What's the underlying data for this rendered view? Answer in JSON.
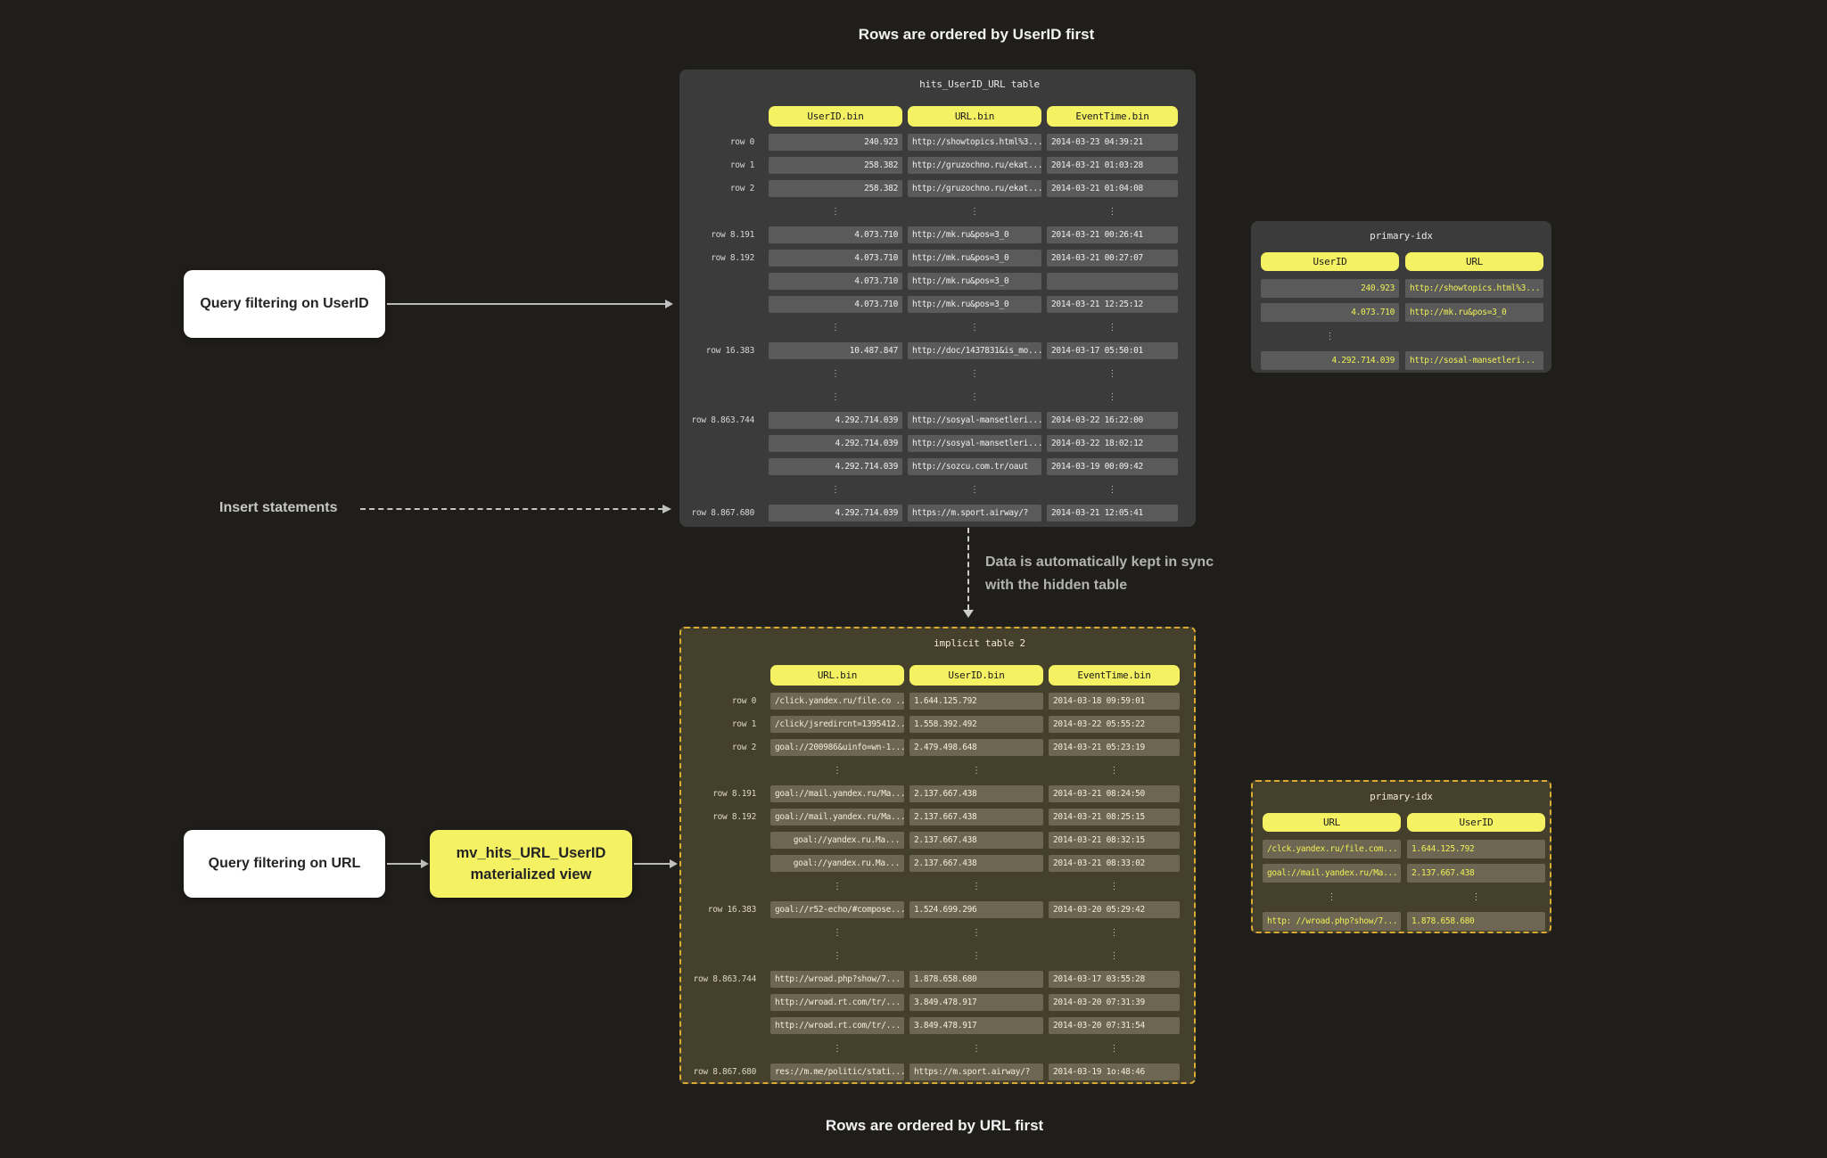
{
  "titles": {
    "top": "Rows are ordered by UserID first",
    "bottom": "Rows are ordered by URL first"
  },
  "labels": {
    "query_userid": "Query filtering on UserID",
    "insert_statements": "Insert statements",
    "sync_line1": "Data is automatically kept in sync",
    "sync_line2": "with the hidden table",
    "query_url": "Query filtering on URL",
    "mv_line1": "mv_hits_URL_UserID",
    "mv_line2": "materialized view"
  },
  "table1": {
    "title": "hits_UserID_URL table",
    "columns": [
      "UserID.bin",
      "URL.bin",
      "EventTime.bin"
    ],
    "rows": [
      {
        "label": "row 0",
        "cells": [
          "240.923",
          "http://showtopics.html%3...",
          "2014-03-23 04:39:21"
        ]
      },
      {
        "label": "row 1",
        "cells": [
          "258.382",
          "http://gruzochno.ru/ekat...",
          "2014-03-21 01:03:28"
        ]
      },
      {
        "label": "row 2",
        "cells": [
          "258.382",
          "http://gruzochno.ru/ekat...",
          "2014-03-21 01:04:08"
        ]
      },
      {
        "dots": [
          1,
          1,
          1
        ]
      },
      {
        "label": "row 8.191",
        "cells": [
          "4.073.710",
          "http://mk.ru&pos=3_0",
          "2014-03-21 00:26:41"
        ]
      },
      {
        "label": "row 8.192",
        "cells": [
          "4.073.710",
          "http://mk.ru&pos=3_0",
          "2014-03-21 00:27:07"
        ]
      },
      {
        "label": "",
        "cells": [
          "4.073.710",
          "http://mk.ru&pos=3_0",
          ""
        ]
      },
      {
        "label": "",
        "cells": [
          "4.073.710",
          "http://mk.ru&pos=3_0",
          "2014-03-21 12:25:12"
        ]
      },
      {
        "dots": [
          1,
          1,
          1
        ]
      },
      {
        "label": "row 16.383",
        "cells": [
          "10.487.847",
          "http://doc/1437831&is_mo...",
          "2014-03-17 05:50:01"
        ]
      },
      {
        "dots": [
          1,
          1,
          1
        ]
      },
      {
        "dots": [
          1,
          1,
          1
        ]
      },
      {
        "label": "row 8.863.744",
        "cells": [
          "4.292.714.039",
          "http://sosyal-mansetleri...",
          "2014-03-22 16:22:00"
        ]
      },
      {
        "label": "",
        "cells": [
          "4.292.714.039",
          "http://sosyal-mansetleri...",
          "2014-03-22 18:02:12"
        ]
      },
      {
        "label": "",
        "cells": [
          "4.292.714.039",
          "http://sozcu.com.tr/oaut",
          "2014-03-19 00:09:42"
        ]
      },
      {
        "dots": [
          1,
          1,
          1
        ]
      },
      {
        "label": "row 8.867.680",
        "cells": [
          "4.292.714.039",
          "https://m.sport.airway/?",
          "2014-03-21 12:05:41"
        ]
      }
    ]
  },
  "idx1": {
    "title": "primary-idx",
    "columns": [
      "UserID",
      "URL"
    ],
    "rows": [
      {
        "cells": [
          "240.923",
          "http://showtopics.html%3..."
        ]
      },
      {
        "cells": [
          "4.073.710",
          "http://mk.ru&pos=3_0"
        ]
      },
      {
        "dots": [
          1,
          0
        ]
      },
      {
        "cells": [
          "4.292.714.039",
          "http://sosal-mansetleri..."
        ]
      }
    ]
  },
  "table2": {
    "title": "implicit table 2",
    "columns": [
      "URL.bin",
      "UserID.bin",
      "EventTime.bin"
    ],
    "rows": [
      {
        "label": "row 0",
        "cells": [
          "/click.yandex.ru/file.co ...",
          "1.644.125.792",
          "2014-03-18 09:59:01"
        ]
      },
      {
        "label": "row 1",
        "cells": [
          "/click/jsredircnt=1395412...",
          "1.558.392.492",
          "2014-03-22 05:55:22"
        ]
      },
      {
        "label": "row 2",
        "cells": [
          "goal://200986&uinfo=wn-1...",
          "2.479.498.648",
          "2014-03-21 05:23:19"
        ]
      },
      {
        "dots": [
          1,
          1,
          1
        ]
      },
      {
        "label": "row 8.191",
        "cells": [
          "goal://mail.yandex.ru/Ma...",
          "2.137.667.438",
          "2014-03-21 08:24:50"
        ]
      },
      {
        "label": "row 8.192",
        "cells": [
          "goal://mail.yandex.ru/Ma...",
          "2.137.667.438",
          "2014-03-21 08:25:15"
        ]
      },
      {
        "label": "",
        "cells": [
          "goal://yandex.ru.Ma...",
          "2.137.667.438",
          "2014-03-21 08:32:15"
        ]
      },
      {
        "label": "",
        "cells": [
          "goal://yandex.ru.Ma...",
          "2.137.667.438",
          "2014-03-21 08:33:02"
        ]
      },
      {
        "dots": [
          1,
          1,
          1
        ]
      },
      {
        "label": "row 16.383",
        "cells": [
          "goal://r52-echo/#compose...",
          "1.524.699.296",
          "2014-03-20 05:29:42"
        ]
      },
      {
        "dots": [
          1,
          1,
          1
        ]
      },
      {
        "dots": [
          1,
          1,
          1
        ]
      },
      {
        "label": "row 8.863.744",
        "cells": [
          "http://wroad.php?show/7...",
          "1.878.658.680",
          "2014-03-17 03:55:28"
        ]
      },
      {
        "label": "",
        "cells": [
          "http://wroad.rt.com/tr/...",
          "3.849.478.917",
          "2014-03-20 07:31:39"
        ]
      },
      {
        "label": "",
        "cells": [
          "http://wroad.rt.com/tr/...",
          "3.849.478.917",
          "2014-03-20 07:31:54"
        ]
      },
      {
        "dots": [
          1,
          1,
          1
        ]
      },
      {
        "label": "row 8.867.680",
        "cells": [
          "res://m.me/politic/stati...",
          "https://m.sport.airway/?",
          "2014-03-19 1o:48:46"
        ]
      }
    ]
  },
  "idx2": {
    "title": "primary-idx",
    "columns": [
      "URL",
      "UserID"
    ],
    "rows": [
      {
        "cells": [
          "/clck.yandex.ru/file.com...",
          "1.644.125.792"
        ]
      },
      {
        "cells": [
          "goal://mail.yandex.ru/Ma...",
          "2.137.667.438"
        ]
      },
      {
        "dots": [
          1,
          1
        ]
      },
      {
        "cells": [
          "http: //wroad.php?show/7...",
          "1.878.658.680"
        ]
      }
    ]
  },
  "colors": {
    "page_bg": "#201e1b",
    "accent_yellow": "#f4f162",
    "idx_value_yellow": "#eff056",
    "table1_bg": "#3b3b3b",
    "cell_gray": "#5a5a5a",
    "table2_bg": "#45402c",
    "cell_brown": "#6c6652",
    "dashed_border": "#d9ab32"
  }
}
